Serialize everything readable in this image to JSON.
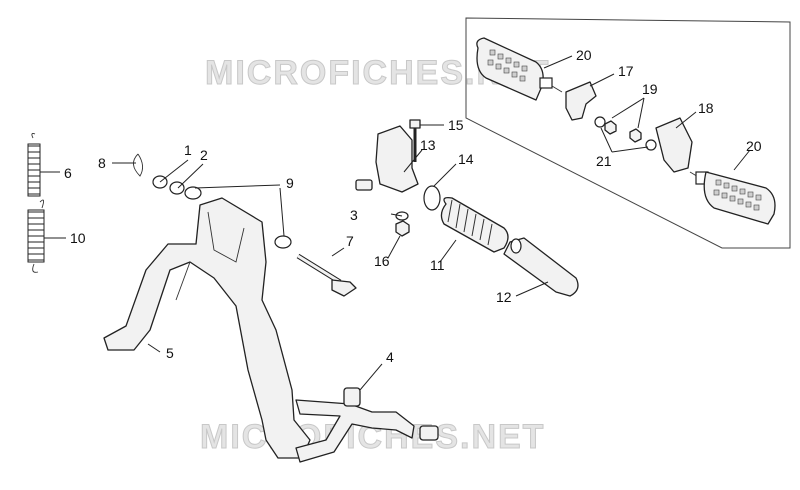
{
  "watermarks": [
    "MICROFICHES.NET",
    "MICROFICHES.NET"
  ],
  "callouts": [
    {
      "id": "c1",
      "text": "1"
    },
    {
      "id": "c2",
      "text": "2"
    },
    {
      "id": "c3",
      "text": "3"
    },
    {
      "id": "c4",
      "text": "4"
    },
    {
      "id": "c5",
      "text": "5"
    },
    {
      "id": "c6",
      "text": "6"
    },
    {
      "id": "c7",
      "text": "7"
    },
    {
      "id": "c8",
      "text": "8"
    },
    {
      "id": "c9",
      "text": "9"
    },
    {
      "id": "c10",
      "text": "10"
    },
    {
      "id": "c11",
      "text": "11"
    },
    {
      "id": "c12",
      "text": "12"
    },
    {
      "id": "c13",
      "text": "13"
    },
    {
      "id": "c14",
      "text": "14"
    },
    {
      "id": "c15",
      "text": "15"
    },
    {
      "id": "c16",
      "text": "16"
    },
    {
      "id": "c17",
      "text": "17"
    },
    {
      "id": "c18",
      "text": "18"
    },
    {
      "id": "c19",
      "text": "19"
    },
    {
      "id": "c20a",
      "text": "20"
    },
    {
      "id": "c20b",
      "text": "20"
    },
    {
      "id": "c21",
      "text": "21"
    }
  ]
}
